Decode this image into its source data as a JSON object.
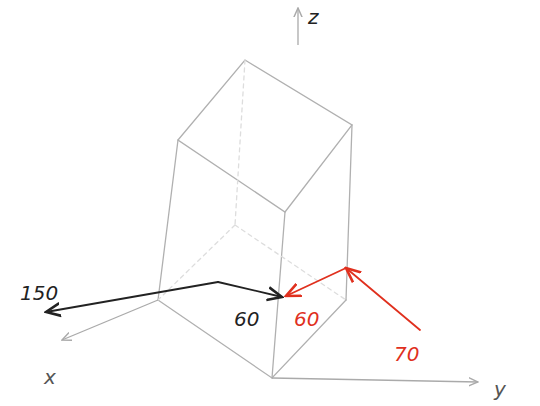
{
  "diagram": {
    "labels": [
      "z",
      "150",
      "60",
      "60",
      "70",
      "x",
      "y"
    ]
  }
}
